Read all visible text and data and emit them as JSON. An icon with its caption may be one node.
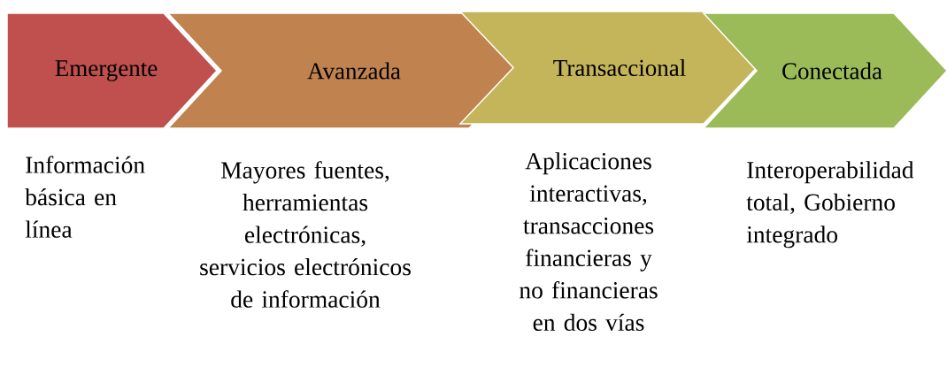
{
  "diagram": {
    "nodes": [
      {
        "text": [
          "Emergente"
        ],
        "beside": [
          "Información básica en línea"
        ]
      },
      {
        "text": [
          "Avanzada"
        ],
        "beside": [
          "Mayores fuentes, herramientas electrónicas, servicios electrónicos de información"
        ]
      },
      {
        "text": [
          "Transaccional"
        ],
        "beside": [
          "Aplicaciones interactivas, transacciones financieras y no financieras en dos vías"
        ]
      },
      {
        "text": [
          "Conectada"
        ],
        "beside": [
          "Interoperabilidad total, Gobierno integrado"
        ]
      }
    ]
  }
}
